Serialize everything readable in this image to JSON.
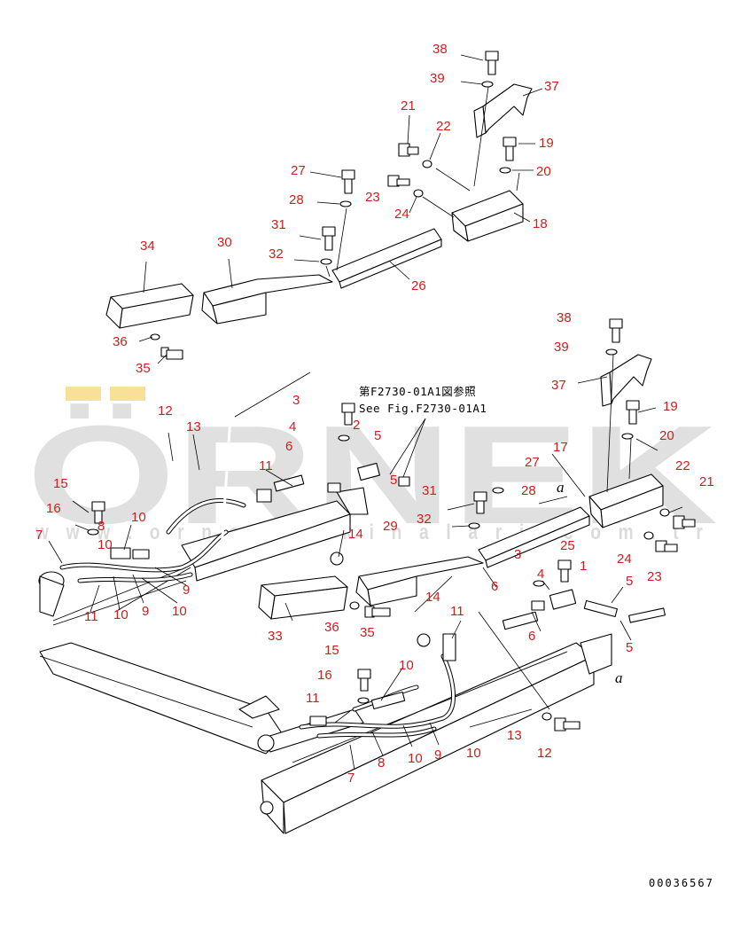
{
  "note": {
    "line1": "第F2730-01A1図参照",
    "line2": "See Fig.F2730-01A1"
  },
  "document_number": "00036567",
  "watermark": {
    "brand": "ÖRNEK",
    "url": "w w w . o r n e k  m a k i n a l a r i . c o m . t r"
  },
  "reference_letter": "a",
  "colors": {
    "callout": "#cc1f1f",
    "watermark": "#d8d8d8",
    "watermark_accent": "#f2d46a"
  },
  "callouts": [
    {
      "id": "c38a",
      "label": "38"
    },
    {
      "id": "c39a",
      "label": "39"
    },
    {
      "id": "c37a",
      "label": "37"
    },
    {
      "id": "c21a",
      "label": "21"
    },
    {
      "id": "c22a",
      "label": "22"
    },
    {
      "id": "c19a",
      "label": "19"
    },
    {
      "id": "c20a",
      "label": "20"
    },
    {
      "id": "c27a",
      "label": "27"
    },
    {
      "id": "c28a",
      "label": "28"
    },
    {
      "id": "c23a",
      "label": "23"
    },
    {
      "id": "c24a",
      "label": "24"
    },
    {
      "id": "c18a",
      "label": "18"
    },
    {
      "id": "c34",
      "label": "34"
    },
    {
      "id": "c30",
      "label": "30"
    },
    {
      "id": "c31a",
      "label": "31"
    },
    {
      "id": "c32a",
      "label": "32"
    },
    {
      "id": "c26",
      "label": "26"
    },
    {
      "id": "c36a",
      "label": "36"
    },
    {
      "id": "c35a",
      "label": "35"
    },
    {
      "id": "c3a",
      "label": "3"
    },
    {
      "id": "c2a",
      "label": "2"
    },
    {
      "id": "c4a",
      "label": "4"
    },
    {
      "id": "c6a",
      "label": "6"
    },
    {
      "id": "c5a",
      "label": "5"
    },
    {
      "id": "c5b",
      "label": "5"
    },
    {
      "id": "c12a",
      "label": "12"
    },
    {
      "id": "c13a",
      "label": "13"
    },
    {
      "id": "c11a",
      "label": "11"
    },
    {
      "id": "c31b",
      "label": "31"
    },
    {
      "id": "c15a",
      "label": "15"
    },
    {
      "id": "c16a",
      "label": "16"
    },
    {
      "id": "c8a",
      "label": "8"
    },
    {
      "id": "c10a",
      "label": "10"
    },
    {
      "id": "c7a",
      "label": "7"
    },
    {
      "id": "c9a",
      "label": "9"
    },
    {
      "id": "c10b",
      "label": "10"
    },
    {
      "id": "c11b",
      "label": "11"
    },
    {
      "id": "c10c",
      "label": "10"
    },
    {
      "id": "c9b",
      "label": "9"
    },
    {
      "id": "c10d",
      "label": "10"
    },
    {
      "id": "c14a",
      "label": "14"
    },
    {
      "id": "c32b",
      "label": "32"
    },
    {
      "id": "c29",
      "label": "29"
    },
    {
      "id": "c27b",
      "label": "27"
    },
    {
      "id": "c28b",
      "label": "28"
    },
    {
      "id": "c25",
      "label": "25"
    },
    {
      "id": "c38b",
      "label": "38"
    },
    {
      "id": "c39b",
      "label": "39"
    },
    {
      "id": "c37b",
      "label": "37"
    },
    {
      "id": "c19b",
      "label": "19"
    },
    {
      "id": "c20b",
      "label": "20"
    },
    {
      "id": "c17",
      "label": "17"
    },
    {
      "id": "c22b",
      "label": "22"
    },
    {
      "id": "c21b",
      "label": "21"
    },
    {
      "id": "c24b",
      "label": "24"
    },
    {
      "id": "c23b",
      "label": "23"
    },
    {
      "id": "c3b",
      "label": "3"
    },
    {
      "id": "c1",
      "label": "1"
    },
    {
      "id": "c4b",
      "label": "4"
    },
    {
      "id": "c5c",
      "label": "5"
    },
    {
      "id": "c6b",
      "label": "6"
    },
    {
      "id": "c6c",
      "label": "6"
    },
    {
      "id": "c5d",
      "label": "5"
    },
    {
      "id": "c14b",
      "label": "14"
    },
    {
      "id": "c11c",
      "label": "11"
    },
    {
      "id": "c33",
      "label": "33"
    },
    {
      "id": "c36b",
      "label": "36"
    },
    {
      "id": "c35b",
      "label": "35"
    },
    {
      "id": "c15b",
      "label": "15"
    },
    {
      "id": "c10e",
      "label": "10"
    },
    {
      "id": "c16b",
      "label": "16"
    },
    {
      "id": "c11d",
      "label": "11"
    },
    {
      "id": "c8b",
      "label": "8"
    },
    {
      "id": "c10f",
      "label": "10"
    },
    {
      "id": "c9c",
      "label": "9"
    },
    {
      "id": "c10g",
      "label": "10"
    },
    {
      "id": "c7b",
      "label": "7"
    },
    {
      "id": "c13b",
      "label": "13"
    },
    {
      "id": "c12b",
      "label": "12"
    }
  ]
}
